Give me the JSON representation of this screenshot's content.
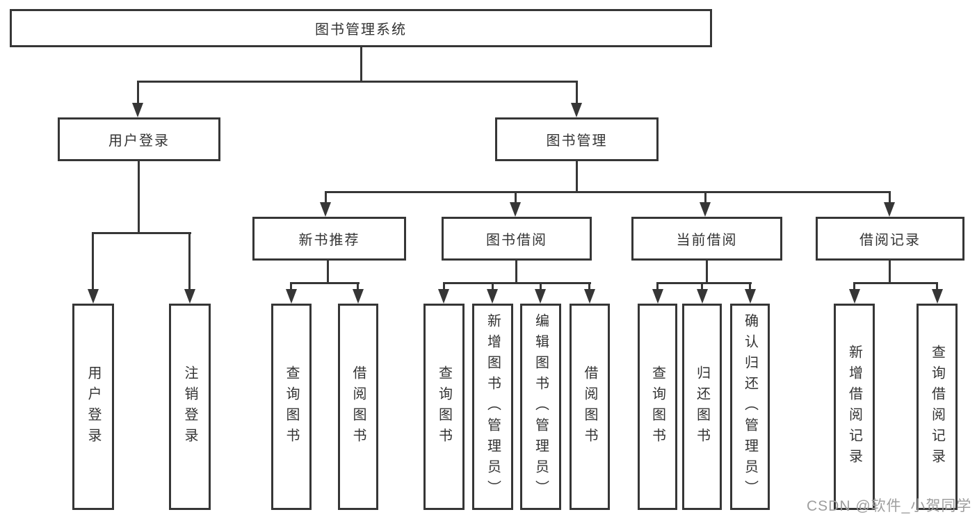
{
  "diagram": {
    "root_label": "图书管理系统",
    "user_login": {
      "label": "用户登录",
      "children": {
        "login": "用户登录",
        "logout": "注销登录"
      }
    },
    "book_mgmt": {
      "label": "图书管理",
      "sections": {
        "new_book_rec": {
          "label": "新书推荐",
          "children": {
            "query_books": "查询图书",
            "borrow_books": "借阅图书"
          }
        },
        "book_borrow": {
          "label": "图书借阅",
          "children": {
            "query_books": "查询图书",
            "add_books": "新增图书（管理员）",
            "edit_books": "编辑图书（管理员）",
            "borrow_books": "借阅图书"
          }
        },
        "current_borrow": {
          "label": "当前借阅",
          "children": {
            "query_books": "查询图书",
            "return_books": "归还图书",
            "confirm_return": "确认归还（管理员）"
          }
        },
        "borrow_records": {
          "label": "借阅记录",
          "children": {
            "add_record": "新增借阅记录",
            "query_record": "查询借阅记录"
          }
        }
      }
    }
  },
  "watermark": {
    "text": "CSDN @软件_小贺同学"
  },
  "colors": {
    "line": "#363636",
    "text": "#333333",
    "watermark": "#9e9e9e",
    "background": "#ffffff"
  }
}
